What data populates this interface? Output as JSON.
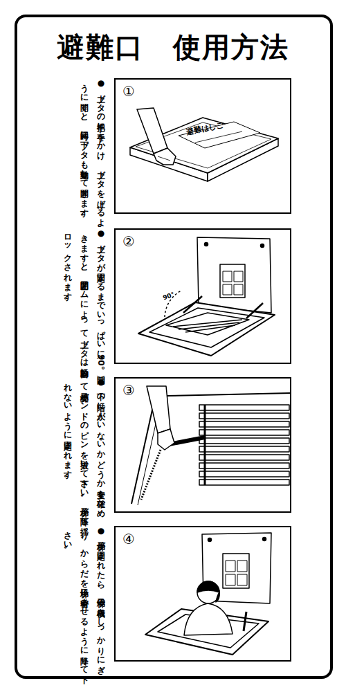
{
  "diagram": {
    "title": "避難口　使用方法",
    "nodes": [
      {
        "text": [
          "①"
        ]
      },
      {
        "text": [
          "②"
        ]
      },
      {
        "text": [
          "③"
        ]
      },
      {
        "text": [
          "④"
        ]
      }
    ],
    "labels": [
      "●上ブタの把手に手をかけ、上ブタを上げるように開くと、同時に下ブタも連動して開きます。",
      "●上ブタが固定するまでいっぱいに（90°）開きますと、開閉アームによって上ブタは自動的にロックされます。",
      "●下の階に人がいないかどうか安全を確かめて梯子受バンドのピンを引抜いて下さい。梯子が降下し揺れないように固定されます。",
      "●梯子が固定されたら、梯子の横桟をしっかりにぎり、からだを梯子に密着させるように降りて下さい。",
      "避難はしご",
      "90°"
    ]
  }
}
